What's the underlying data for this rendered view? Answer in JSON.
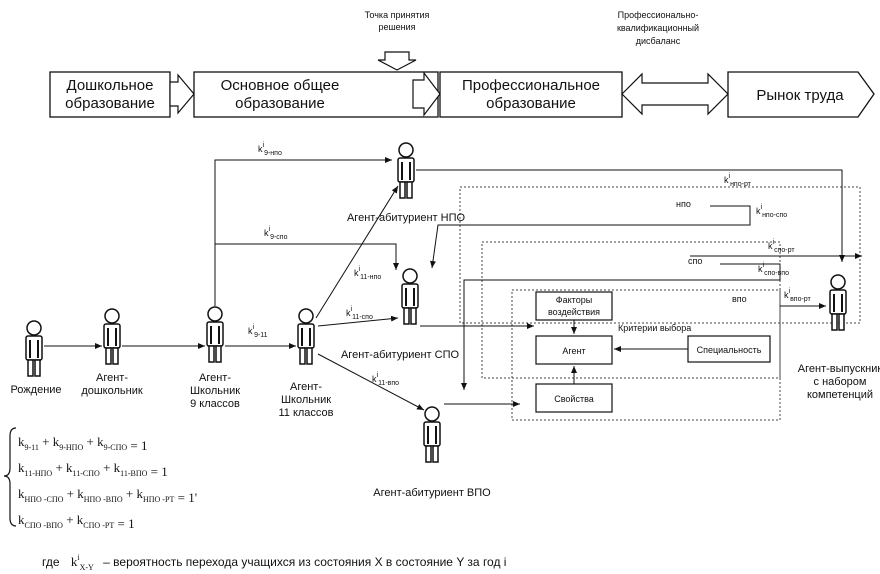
{
  "header": {
    "decision_point": [
      "Точка принятия",
      "решения"
    ],
    "imbalance": [
      "Профессионально-",
      "квалификационный",
      "дисбаланс"
    ]
  },
  "stages": {
    "preschool": [
      "Дошкольное",
      "образование"
    ],
    "general": [
      "Основное общее",
      "образование"
    ],
    "professional": [
      "Профессиональное",
      "образование"
    ],
    "labor_market": "Рынок труда"
  },
  "agents": {
    "birth": "Рождение",
    "preschooler": [
      "Агент-",
      "дошкольник"
    ],
    "pupil9": [
      "Агент-",
      "Школьник",
      "9 классов"
    ],
    "pupil11": [
      "Агент-",
      "Школьник",
      "11 классов"
    ],
    "applicant_npo": "Агент-абитуриент НПО",
    "applicant_spo": "Агент-абитуриент СПО",
    "applicant_vpo": "Агент-абитуриент ВПО",
    "graduate": [
      "Агент-выпускник",
      "с набором",
      "компетенций"
    ]
  },
  "coefficients": {
    "k_main": "k",
    "sup": "i",
    "9_npo": "9-нпо",
    "9_spo": "9-спо",
    "9_11": "9-11",
    "11_npo": "11-нпо",
    "11_spo": "11-спо",
    "11_vpo": "11-впо",
    "npo_rt": "нпо-рт",
    "npo_spo": "нпо-спо",
    "spo_rt": "спо-рт",
    "spo_vpo": "спо-впо",
    "vpo_rt": "впо-рт"
  },
  "levels": {
    "npo": "нпо",
    "spo": "спо",
    "vpo": "впо"
  },
  "inner": {
    "factors": [
      "Факторы",
      "воздействия"
    ],
    "criterion": "Критерии выбора",
    "agent": "Агент",
    "specialty": "Специальность",
    "properties": "Свойства"
  },
  "equations": [
    {
      "terms": [
        [
          "k",
          "9-11"
        ],
        [
          "k",
          "9-НПО"
        ],
        [
          "k",
          "9-СПО"
        ]
      ],
      "rhs": "= 1"
    },
    {
      "terms": [
        [
          "k",
          "11-НПО"
        ],
        [
          "k",
          "11-СПО"
        ],
        [
          "k",
          "11-ВПО"
        ]
      ],
      "rhs": "= 1"
    },
    {
      "terms": [
        [
          "k",
          "НПО -СПО"
        ],
        [
          "k",
          "НПО -ВПО"
        ],
        [
          "k",
          "НПО -РТ"
        ]
      ],
      "rhs": "= 1'"
    },
    {
      "terms": [
        [
          "k",
          "СПО -ВПО"
        ],
        [
          "k",
          "СПО -РТ"
        ]
      ],
      "rhs": "= 1"
    }
  ],
  "footnote": {
    "where": "где",
    "k": "k",
    "sub": "X-Y",
    "sup": "i",
    "text": "– вероятность перехода учащихся из состояния X в состояние Y за год i"
  }
}
